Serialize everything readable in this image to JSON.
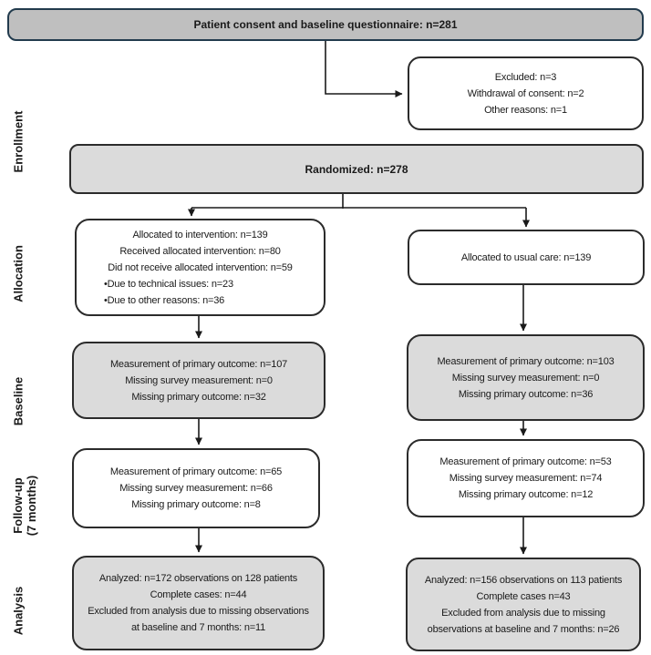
{
  "stages": {
    "enrollment": "Enrollment",
    "allocation": "Allocation",
    "baseline": "Baseline",
    "followup_line1": "Follow-up",
    "followup_line2": "(7 months)",
    "analysis": "Analysis"
  },
  "boxes": {
    "consent": {
      "title": "Patient consent and baseline questionnaire: n=281"
    },
    "excluded": {
      "lines": [
        "Excluded: n=3",
        "Withdrawal of consent: n=2",
        "Other reasons: n=1"
      ]
    },
    "randomized": {
      "title": "Randomized: n=278"
    },
    "alloc_intervention": {
      "lines": [
        "Allocated to intervention: n=139",
        "Received allocated intervention: n=80",
        "Did not receive allocated intervention: n=59"
      ],
      "bullets": [
        "•Due to technical issues: n=23",
        "•Due to other reasons: n=36"
      ]
    },
    "alloc_usual": {
      "lines": [
        "Allocated to usual care: n=139"
      ]
    },
    "baseline_intervention": {
      "lines": [
        "Measurement of primary outcome: n=107",
        "Missing survey measurement: n=0",
        "Missing primary outcome: n=32"
      ]
    },
    "baseline_usual": {
      "lines": [
        "Measurement of primary outcome: n=103",
        "Missing survey measurement: n=0",
        "Missing primary outcome: n=36"
      ]
    },
    "followup_intervention": {
      "lines": [
        "Measurement of primary outcome: n=65",
        "Missing survey measurement: n=66",
        "Missing primary outcome: n=8"
      ]
    },
    "followup_usual": {
      "lines": [
        "Measurement of primary outcome: n=53",
        "Missing survey measurement: n=74",
        "Missing primary outcome: n=12"
      ]
    },
    "analysis_intervention": {
      "lines": [
        "Analyzed: n=172 observations on 128 patients",
        "Complete cases: n=44",
        "Excluded from analysis due to missing observations",
        "at baseline and 7 months: n=11"
      ]
    },
    "analysis_usual": {
      "lines": [
        "Analyzed: n=156 observations on 113 patients",
        "Complete cases n=43",
        "Excluded from analysis due to missing",
        "observations at baseline and 7 months: n=26"
      ]
    }
  },
  "colors": {
    "consent_fill": "#bfbfbf",
    "randomized_fill": "#dbdbdb",
    "stage_box_fill": "#dbdbdb",
    "white_box_fill": "#ffffff",
    "consent_border": "#223b4d",
    "box_border": "#2b2b2b",
    "connector": "#1a1a1a"
  }
}
